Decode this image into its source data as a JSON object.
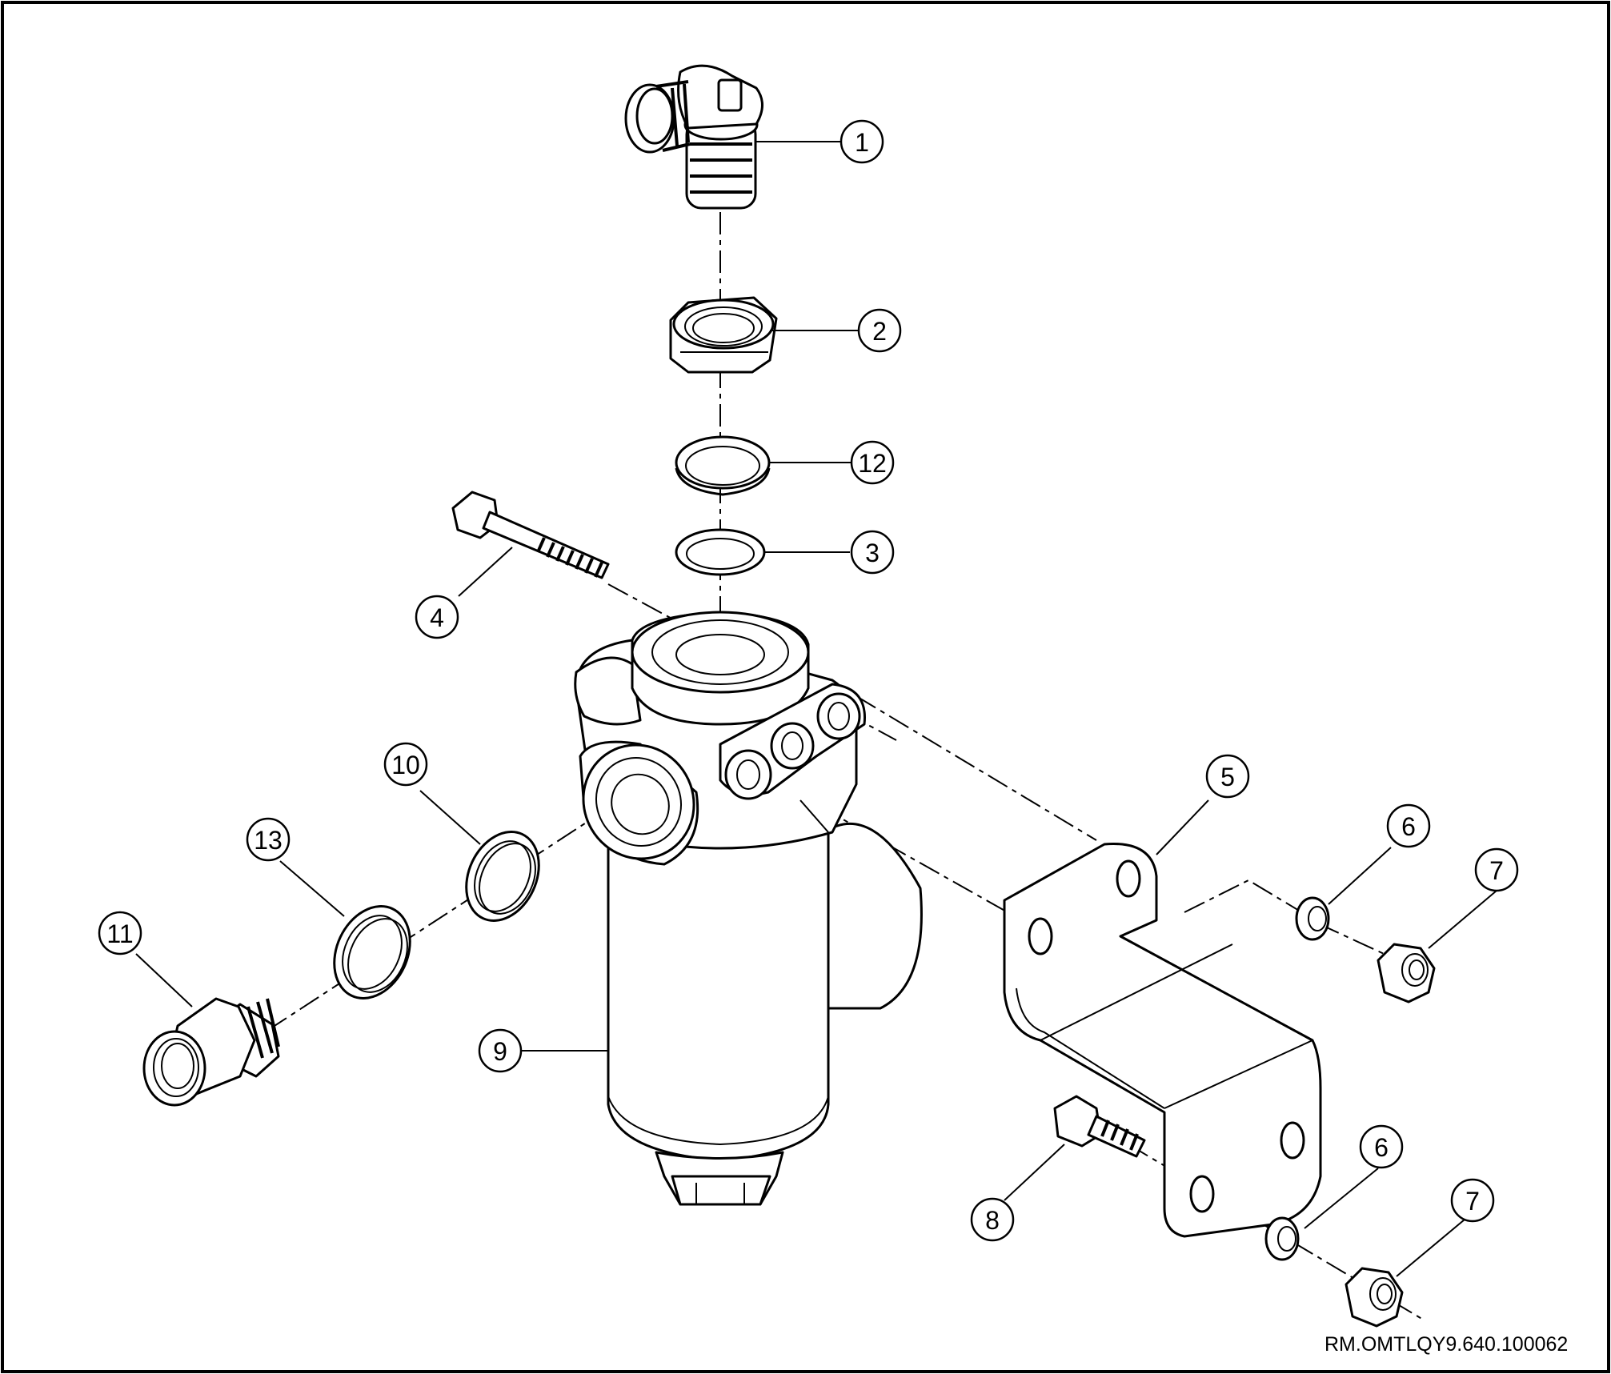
{
  "document_ref": "RM.OMTLQY9.640.100062",
  "callouts": [
    {
      "id": "c1",
      "label": "1"
    },
    {
      "id": "c2",
      "label": "2"
    },
    {
      "id": "c12",
      "label": "12"
    },
    {
      "id": "c3",
      "label": "3"
    },
    {
      "id": "c4",
      "label": "4"
    },
    {
      "id": "c5",
      "label": "5"
    },
    {
      "id": "c6a",
      "label": "6"
    },
    {
      "id": "c7a",
      "label": "7"
    },
    {
      "id": "c10",
      "label": "10"
    },
    {
      "id": "c13",
      "label": "13"
    },
    {
      "id": "c11",
      "label": "11"
    },
    {
      "id": "c9",
      "label": "9"
    },
    {
      "id": "c8",
      "label": "8"
    },
    {
      "id": "c6b",
      "label": "6"
    },
    {
      "id": "c7b",
      "label": "7"
    }
  ]
}
